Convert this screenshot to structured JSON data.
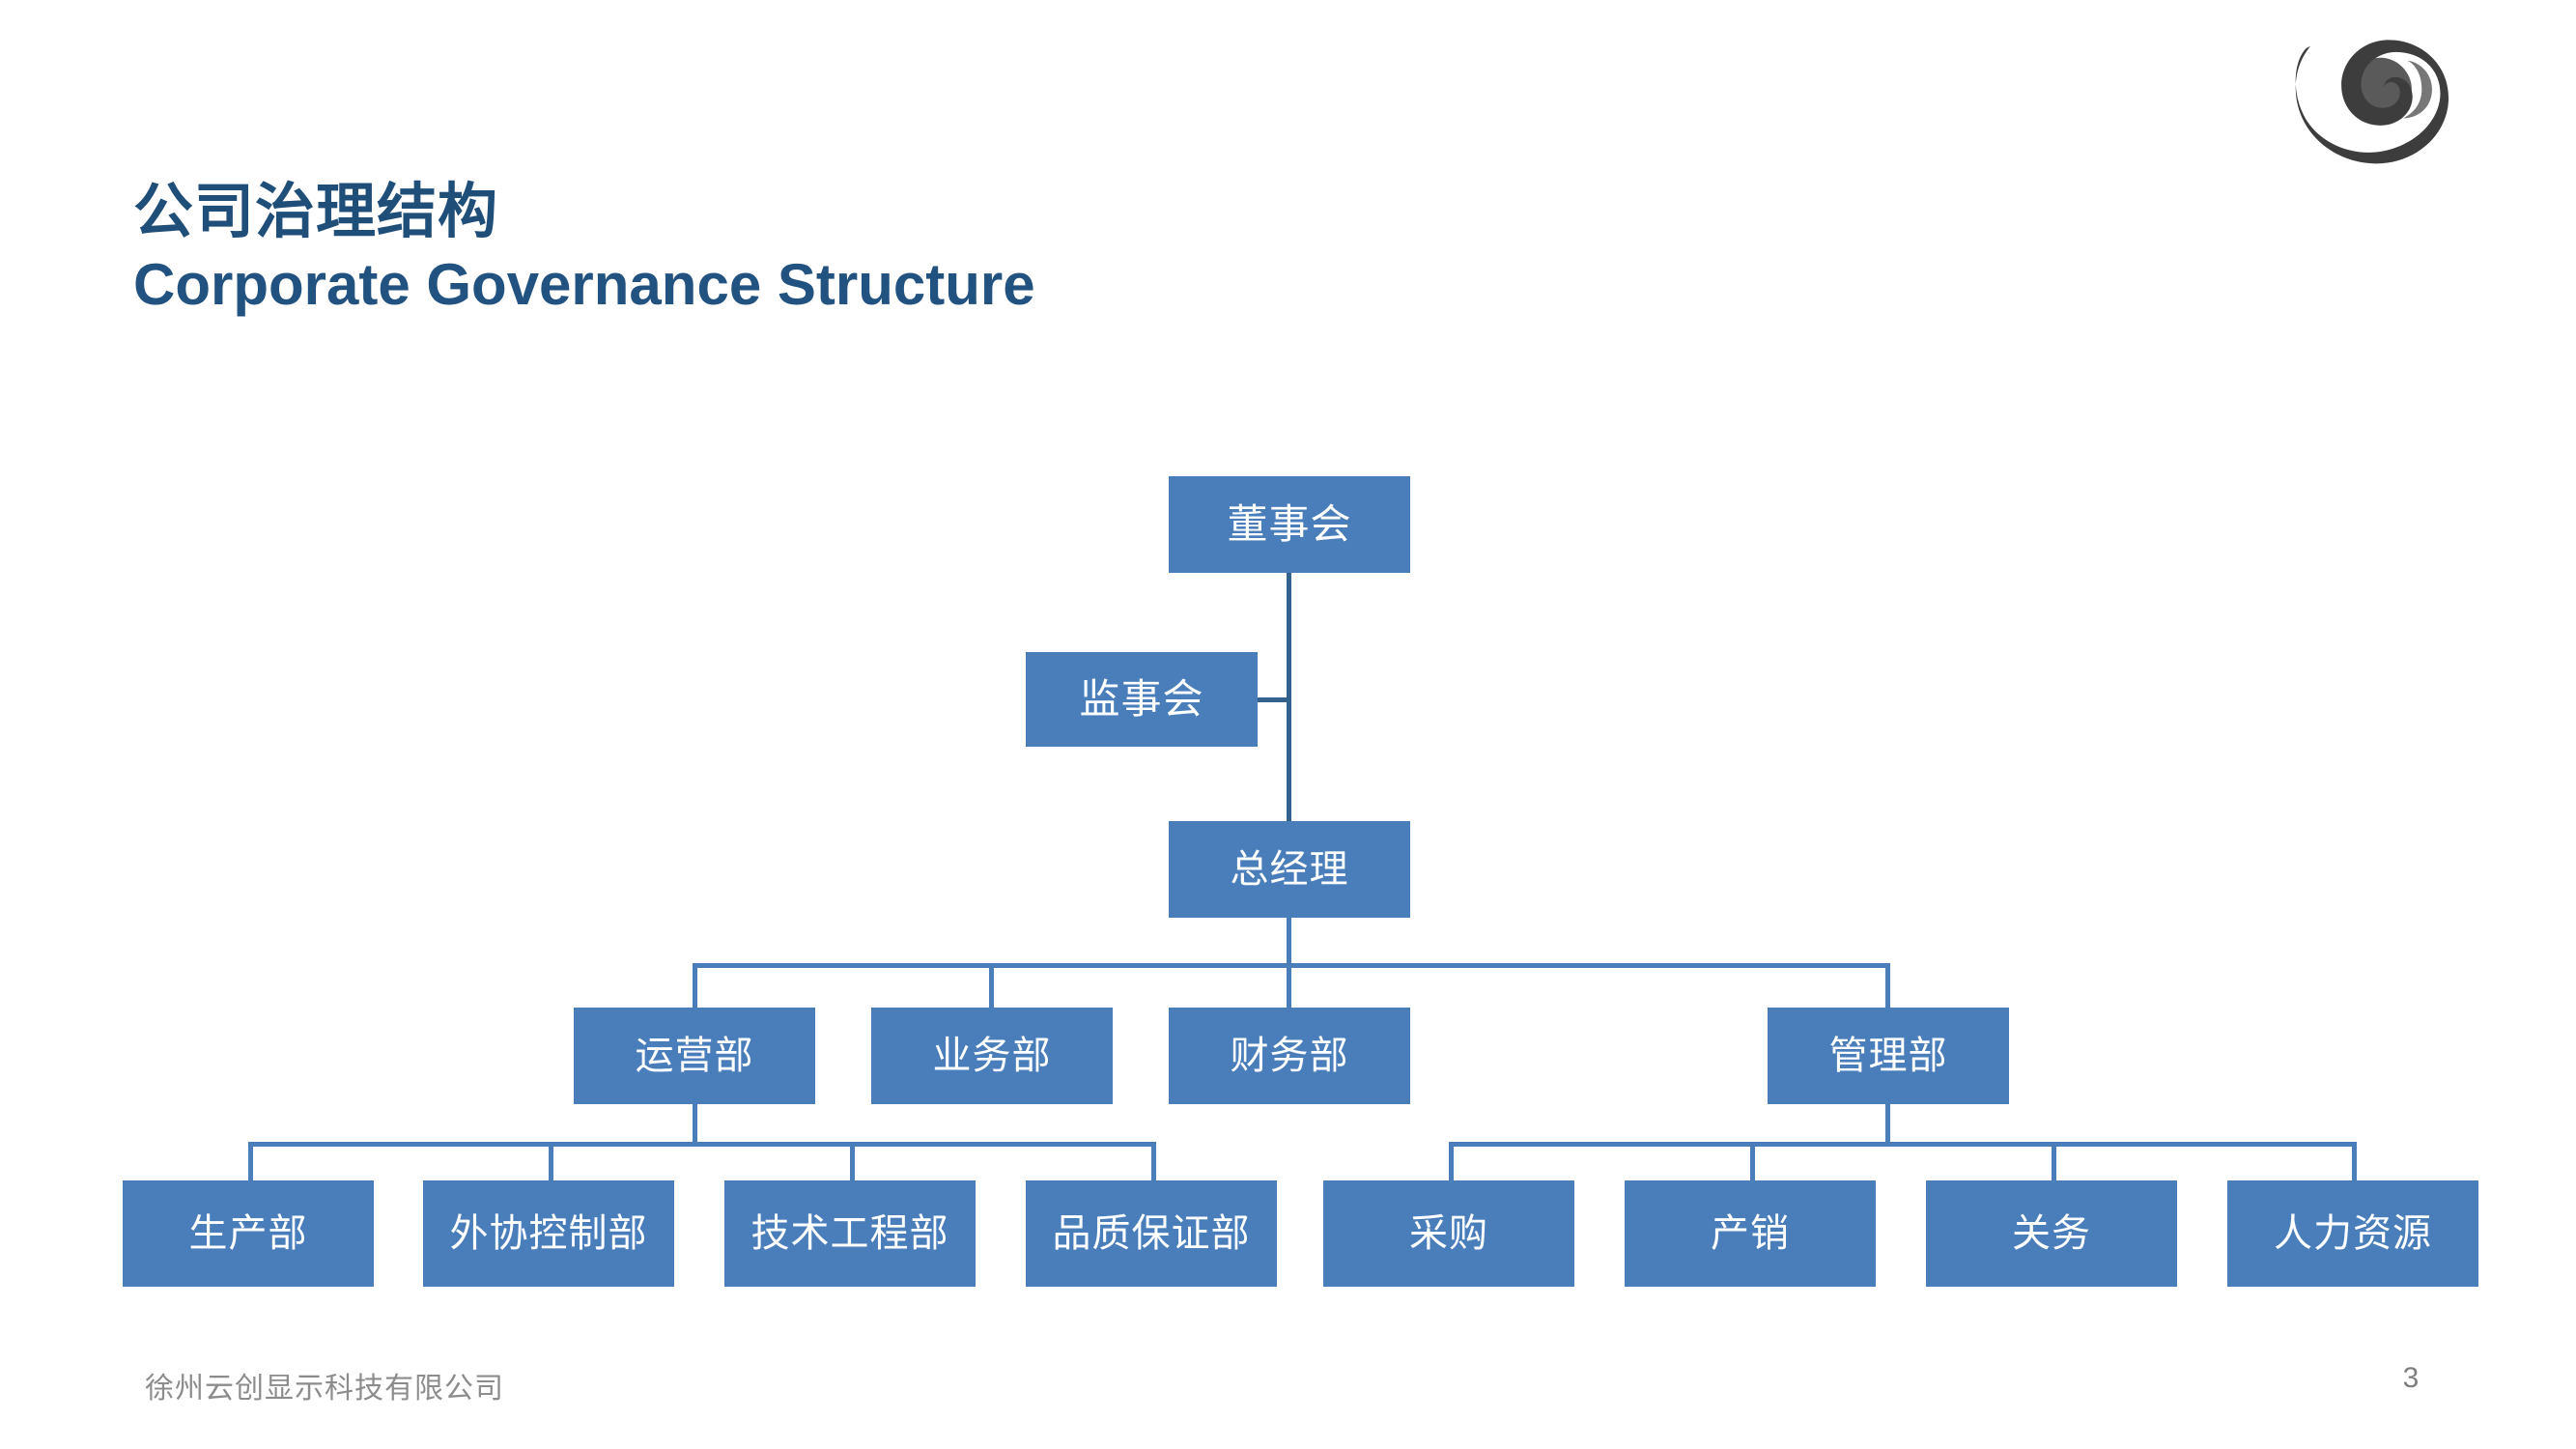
{
  "slide": {
    "page_number": "3",
    "background_color": "#ffffff"
  },
  "header": {
    "title_cn": "公司治理结构",
    "title_en": "Corporate Governance Structure",
    "title_color": "#1f4e79",
    "logo_name": "company-swirl-logo",
    "logo_color": "#3d3d3d"
  },
  "footer": {
    "company": "徐州云创显示科技有限公司",
    "company_color": "#8c8c8c",
    "page_number": "3"
  },
  "chart_data": {
    "type": "diagram",
    "title": "公司治理结构",
    "subtitle": "Corporate Governance Structure",
    "node_fill": "#4a7ebb",
    "node_text_color": "#ffffff",
    "connector_color": "#4a7ebb",
    "levels": [
      {
        "level": 1,
        "nodes": [
          {
            "id": "board",
            "label": "董事会"
          }
        ]
      },
      {
        "level": 2,
        "nodes": [
          {
            "id": "supervisors",
            "label": "监事会"
          }
        ]
      },
      {
        "level": 3,
        "nodes": [
          {
            "id": "gm",
            "label": "总经理"
          }
        ]
      },
      {
        "level": 4,
        "nodes": [
          {
            "id": "operations",
            "label": "运营部"
          },
          {
            "id": "business",
            "label": "业务部"
          },
          {
            "id": "finance",
            "label": "财务部"
          },
          {
            "id": "management",
            "label": "管理部"
          }
        ]
      },
      {
        "level": 5,
        "nodes": [
          {
            "id": "production",
            "label": "生产部",
            "parent": "operations"
          },
          {
            "id": "outsourcing",
            "label": "外协控制部",
            "parent": "operations"
          },
          {
            "id": "engineering",
            "label": "技术工程部",
            "parent": "operations"
          },
          {
            "id": "quality",
            "label": "品质保证部",
            "parent": "operations"
          },
          {
            "id": "procurement",
            "label": "采购",
            "parent": "management"
          },
          {
            "id": "sales",
            "label": "产销",
            "parent": "management"
          },
          {
            "id": "customs",
            "label": "关务",
            "parent": "management"
          },
          {
            "id": "hr",
            "label": "人力资源",
            "parent": "management"
          }
        ]
      }
    ],
    "edges": [
      {
        "from": "board",
        "to": "supervisors"
      },
      {
        "from": "board",
        "to": "gm"
      },
      {
        "from": "gm",
        "to": "operations"
      },
      {
        "from": "gm",
        "to": "business"
      },
      {
        "from": "gm",
        "to": "finance"
      },
      {
        "from": "gm",
        "to": "management"
      },
      {
        "from": "operations",
        "to": "production"
      },
      {
        "from": "operations",
        "to": "outsourcing"
      },
      {
        "from": "operations",
        "to": "engineering"
      },
      {
        "from": "operations",
        "to": "quality"
      },
      {
        "from": "management",
        "to": "procurement"
      },
      {
        "from": "management",
        "to": "sales"
      },
      {
        "from": "management",
        "to": "customs"
      },
      {
        "from": "management",
        "to": "hr"
      }
    ]
  }
}
